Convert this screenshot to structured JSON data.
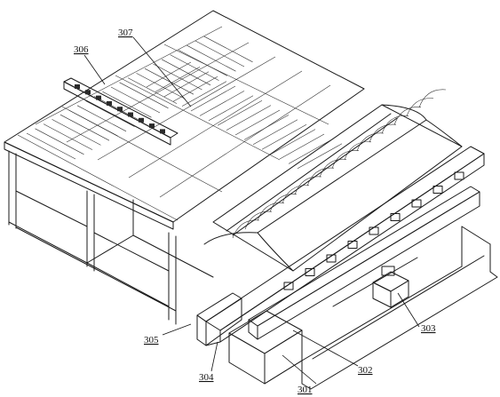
{
  "figure": {
    "labels": [
      {
        "id": "callout-301",
        "text": "301"
      },
      {
        "id": "callout-302",
        "text": "302"
      },
      {
        "id": "callout-303",
        "text": "303"
      },
      {
        "id": "callout-304",
        "text": "304"
      },
      {
        "id": "callout-305",
        "text": "305"
      },
      {
        "id": "callout-306",
        "text": "306"
      },
      {
        "id": "callout-307",
        "text": "307"
      }
    ],
    "colors": {
      "line": "#1a1a1a",
      "paper": "#ffffff",
      "dark_fill": "#2a2a2a"
    }
  }
}
